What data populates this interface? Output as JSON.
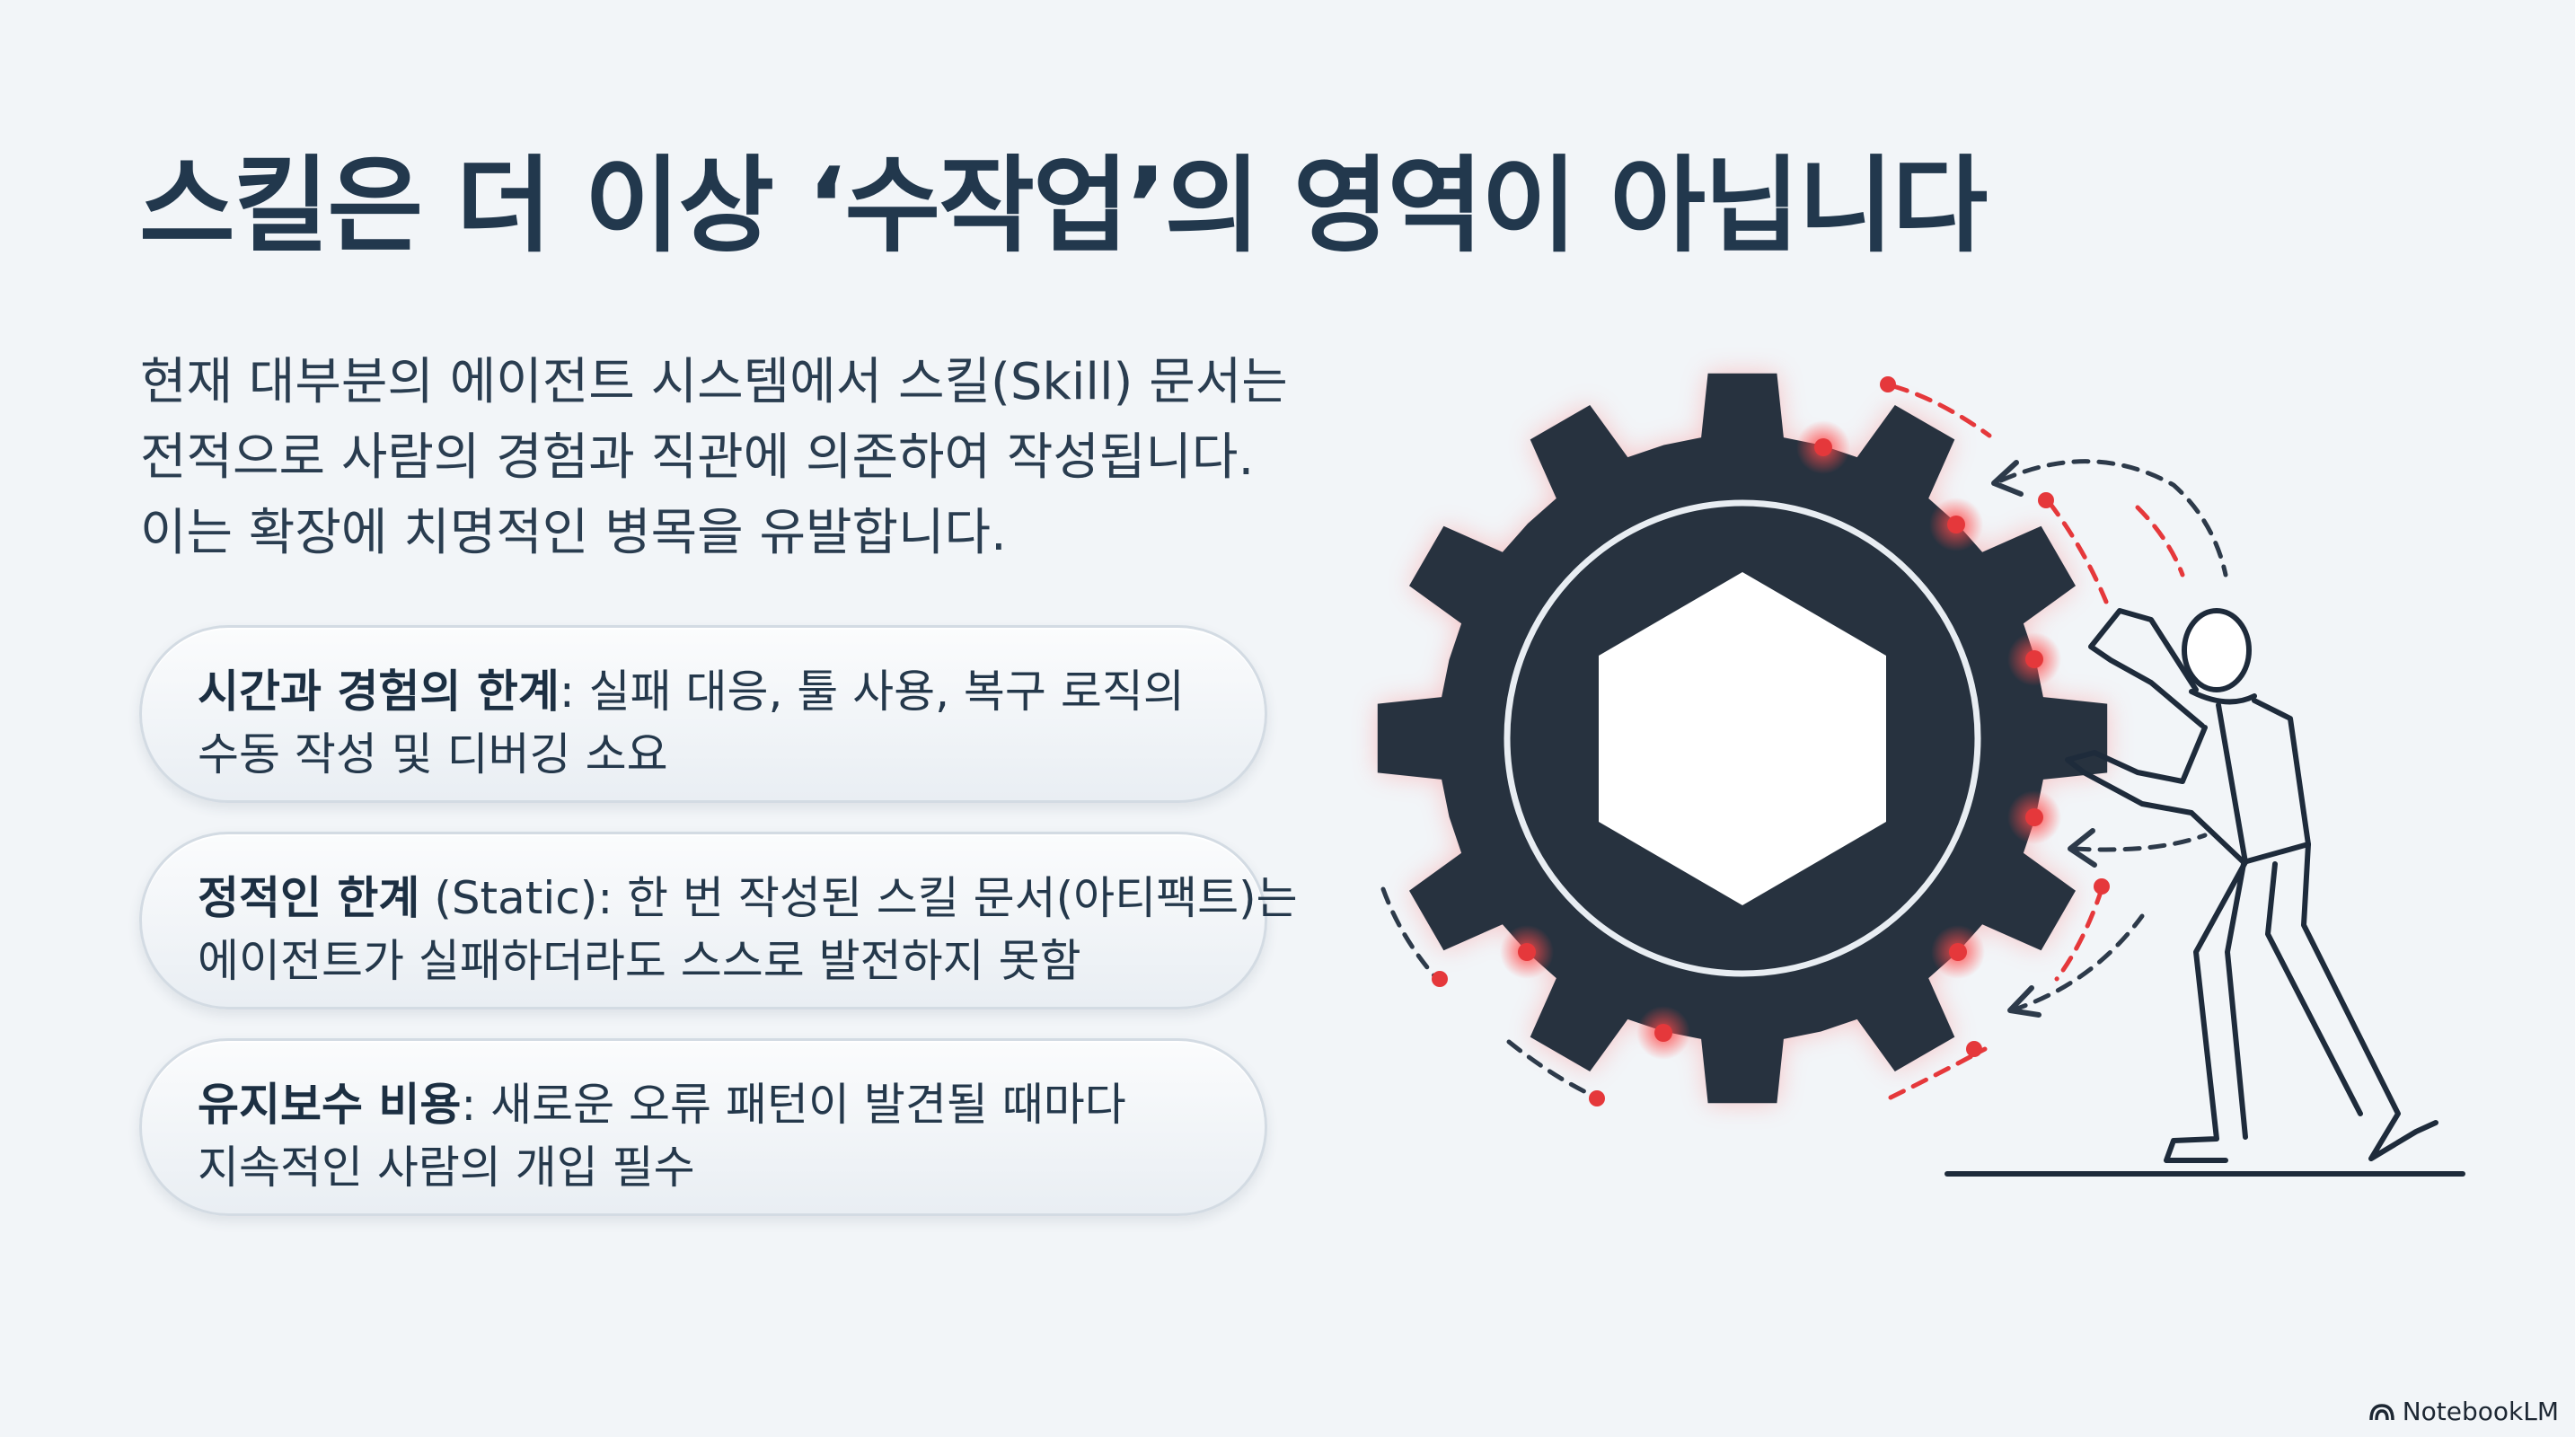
{
  "slide": {
    "title": "스킬은 더 이상 ‘수작업’의 영역이 아닙니다",
    "intro_lines": [
      "현재 대부분의 에이전트 시스템에서 스킬(Skill) 문서는",
      "전적으로 사람의 경험과 직관에 의존하여 작성됩니다.",
      "이는 확장에 치명적인 병목을 유발합니다."
    ],
    "cards": [
      {
        "heading": "시간과 경험의 한계",
        "heading_suffix": "",
        "line1": ": 실패 대응, 툴 사용, 복구 로직의",
        "line2": "수동 작성 및 디버깅 소요"
      },
      {
        "heading": "정적인 한계",
        "heading_suffix": " (Static)",
        "line1": ": 한 번 작성된 스킬 문서(아티팩트)는",
        "line2": "에이전트가 실패하더라도 스스로 발전하지 못함"
      },
      {
        "heading": "유지보수 비용",
        "heading_suffix": "",
        "line1": ": 새로운 오류 패턴이 발견될 때마다",
        "line2": "지속적인 사람의 개입 필수"
      }
    ]
  },
  "brand": {
    "label": "NotebookLM",
    "icon": "notebooklm-logo-icon"
  },
  "colors": {
    "background": "#f2f5f8",
    "title": "#22384d",
    "gear": "#27323f",
    "accent_red": "#e5383b",
    "dashed_navy": "#2d3a4a"
  }
}
